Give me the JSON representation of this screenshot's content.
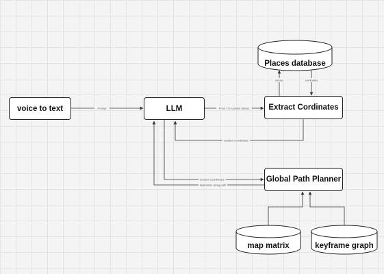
{
  "nodes": {
    "voice_to_text": "voice to text",
    "llm": "LLM",
    "extract_cordinates": "Extract Cordinates",
    "places_database": "Places database",
    "global_path_planner": "Global Path Planner",
    "map_matrix": "map matrix",
    "keyframe_graph": "keyframe graph"
  },
  "edges": {
    "prompt": "Prompt",
    "prompt_location_names": "Prom / Ci location names",
    "location_coordinates": "location coordinates",
    "names": "names",
    "cordinates": "cordinates",
    "location_cordinates_gpp": "location coordinates",
    "keyframes_along_path": "keyframes along path"
  }
}
